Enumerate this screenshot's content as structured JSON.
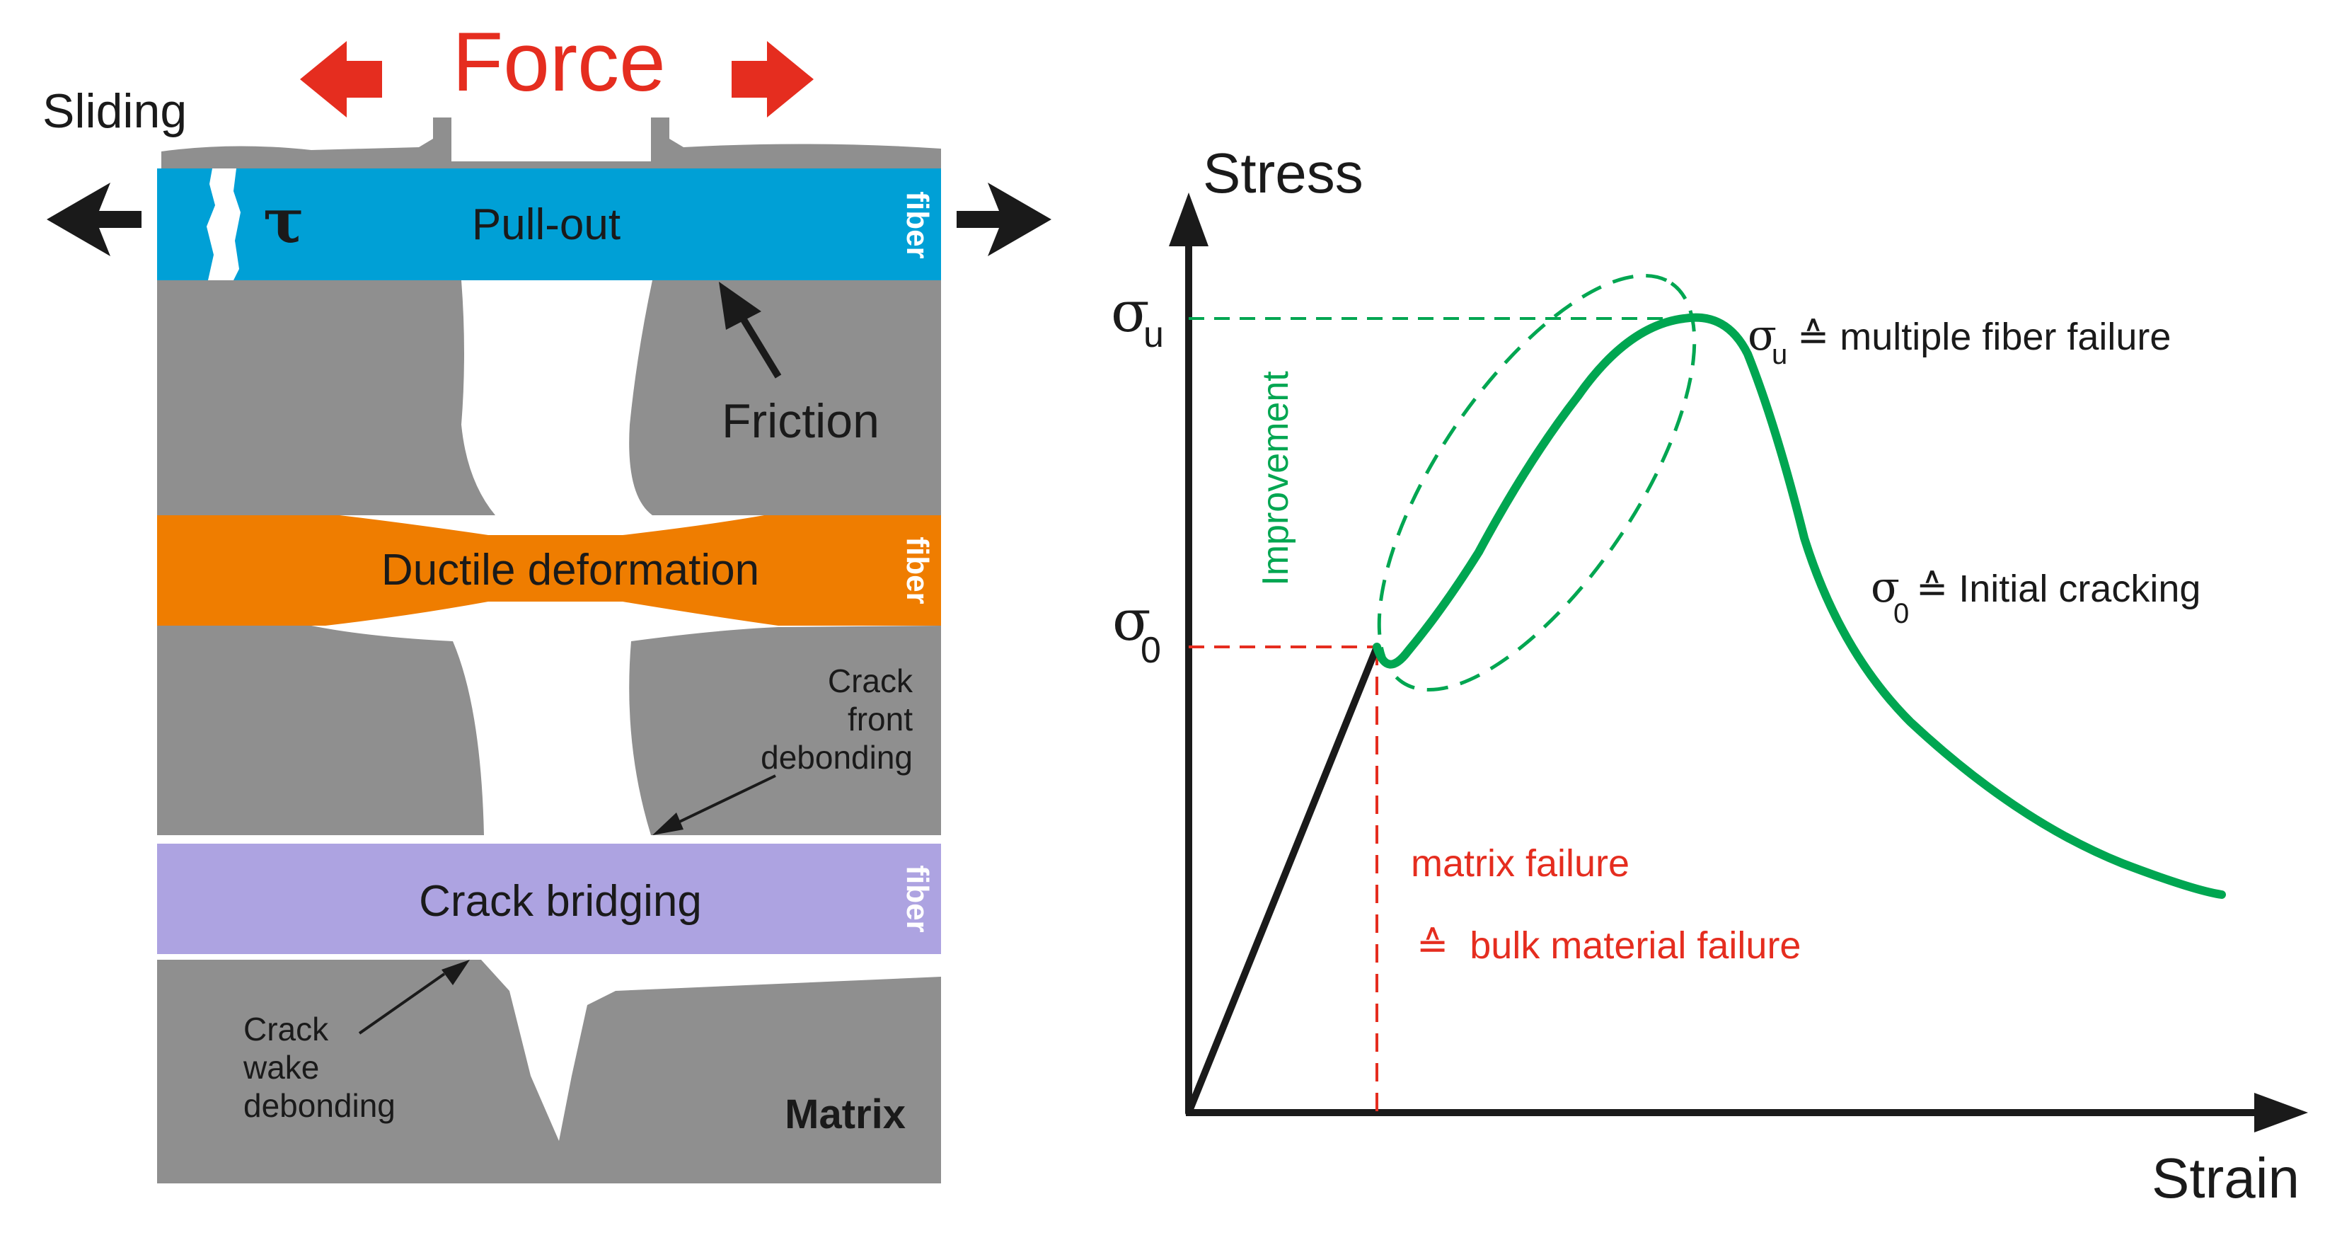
{
  "left_panel": {
    "force_label": "Force",
    "sliding_label": "Sliding",
    "tau_label": "τ",
    "fiber_label": "fiber",
    "pullout_label": "Pull-out",
    "friction_label": "Friction",
    "ductile_label": "Ductile deformation",
    "crack_front_line1": "Crack",
    "crack_front_line2": "front",
    "crack_front_line3": "debonding",
    "bridging_label": "Crack bridging",
    "crack_wake_line1": "Crack",
    "crack_wake_line2": "wake",
    "crack_wake_line3": "debonding",
    "matrix_label": "Matrix"
  },
  "right_panel": {
    "y_axis_label": "Stress",
    "x_axis_label": "Strain",
    "sigma_symbol": "σ",
    "sigma_u_sub": "u",
    "sigma_0_sub": "0",
    "su_desc": "≙ multiple fiber failure",
    "s0_desc": "≙ Initial cracking",
    "improvement_label": "Improvement",
    "matrix_failure_label": "matrix failure",
    "bulk_failure_label": "≙  bulk material failure"
  },
  "colors": {
    "matrix": "#8f8f8f",
    "pullout_fiber": "#00a0d6",
    "ductile_fiber": "#ef7d00",
    "bridging_fiber": "#ada3e1",
    "force_arrow": "#e52d1f",
    "curve_green": "#00a651",
    "red_dashed": "#e52d1f",
    "text_black": "#1a1a1a"
  }
}
